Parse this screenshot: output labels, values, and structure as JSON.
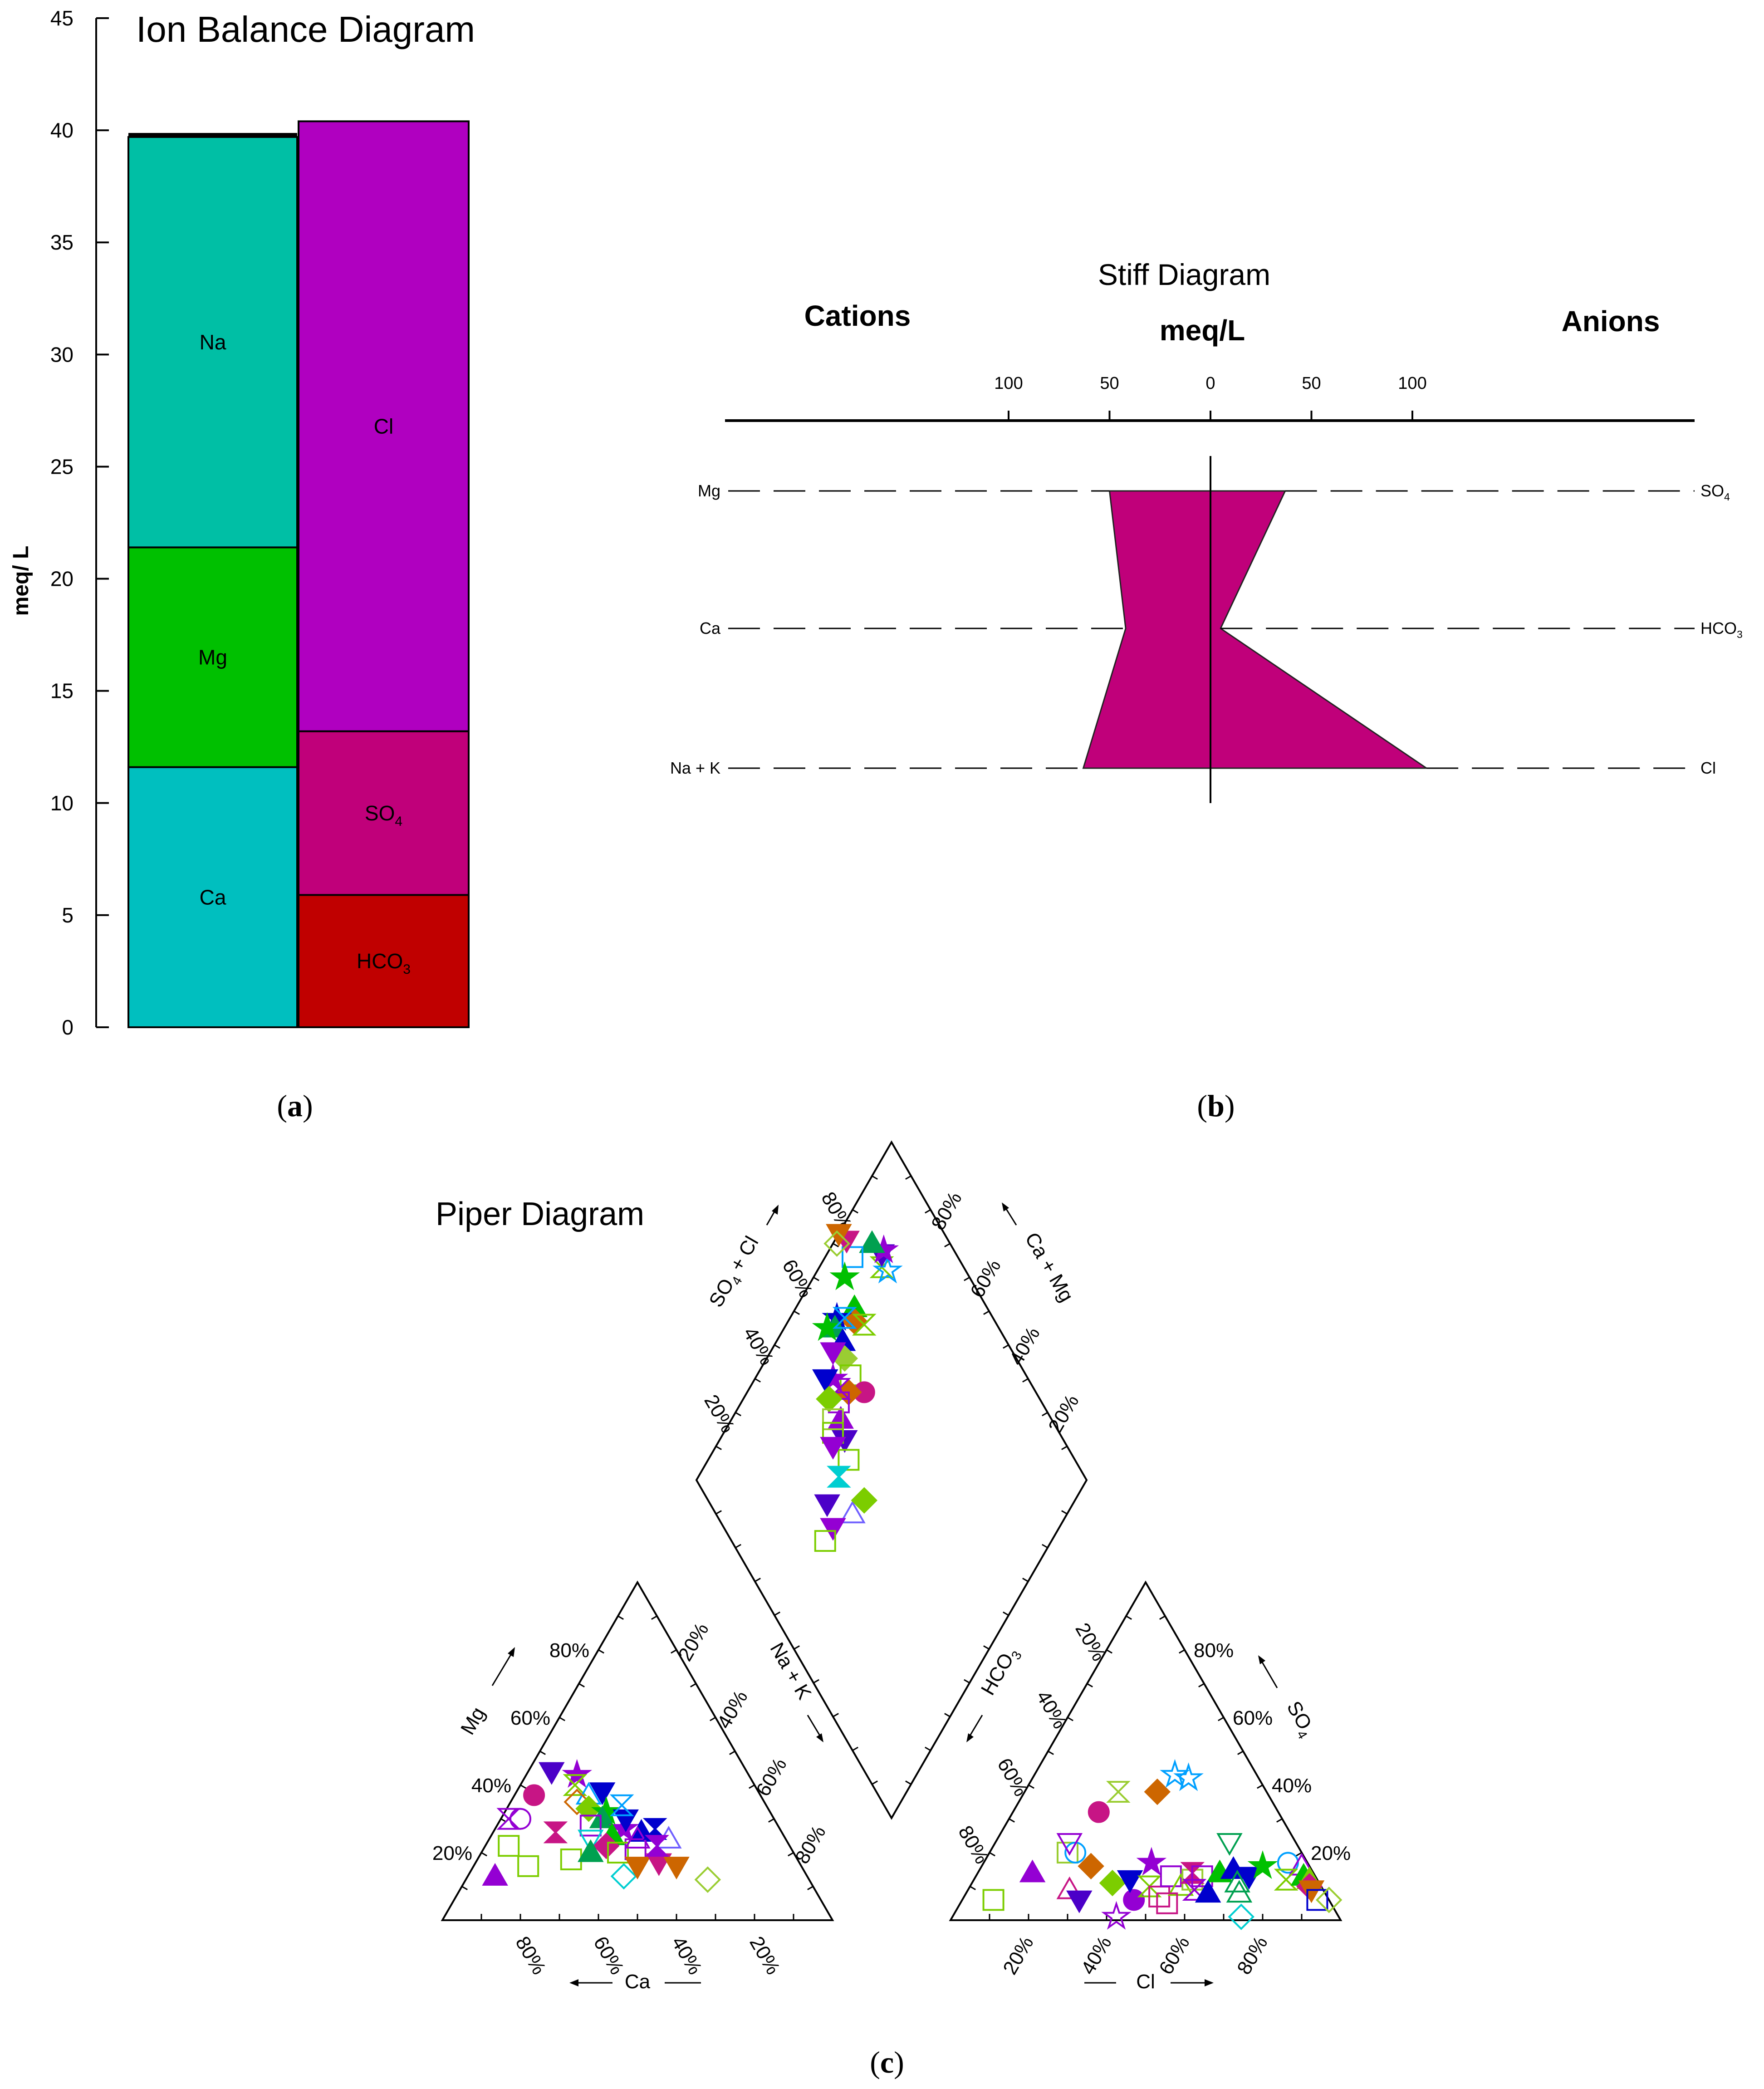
{
  "colors": {
    "na": "#00BFA5",
    "mg": "#00C000",
    "ca": "#00BFBF",
    "cl": "#B000C0",
    "so4": "#C0007A",
    "hco3": "#C00000",
    "stiff": "#C0007A"
  },
  "panel_labels": {
    "a": "(a)",
    "b": "(b)",
    "c": "(c)",
    "a_letter": "a",
    "b_letter": "b",
    "c_letter": "c"
  },
  "chart_data": [
    {
      "type": "bar",
      "title": "Ion Balance Diagram",
      "ylabel": "meq/ L",
      "ylim": [
        0,
        45
      ],
      "yticks": [
        "0",
        "5",
        "10",
        "15",
        "20",
        "25",
        "30",
        "35",
        "40",
        "45"
      ],
      "cations": [
        {
          "name": "Ca",
          "from": 0,
          "to": 11.6
        },
        {
          "name": "Mg",
          "from": 11.6,
          "to": 21.4
        },
        {
          "name": "Na",
          "from": 21.4,
          "to": 39.7
        }
      ],
      "cation_total": 39.8,
      "anions": [
        {
          "name": "HCO",
          "sub": "3",
          "from": 0,
          "to": 5.9
        },
        {
          "name": "SO",
          "sub": "4",
          "from": 5.9,
          "to": 13.2
        },
        {
          "name": "Cl",
          "sub": "",
          "from": 13.2,
          "to": 40.4
        }
      ]
    },
    {
      "type": "area",
      "title": "Stiff Diagram",
      "left_label": "Cations",
      "center_label": "meq/L",
      "right_label": "Anions",
      "xticks": [
        {
          "label": "100",
          "v": -100
        },
        {
          "label": "50",
          "v": -50
        },
        {
          "label": "0",
          "v": 0
        },
        {
          "label": "50",
          "v": 50
        },
        {
          "label": "100",
          "v": 100
        }
      ],
      "rows": [
        {
          "cation": "Mg",
          "anion": "SO",
          "anion_sub": "4",
          "cation_value": 50,
          "anion_value": 37
        },
        {
          "cation": "Ca",
          "anion": "HCO",
          "anion_sub": "3",
          "cation_value": 42,
          "anion_value": 5
        },
        {
          "cation": "Na + K",
          "anion": "Cl",
          "anion_sub": "",
          "cation_value": 63,
          "anion_value": 107
        }
      ]
    },
    {
      "type": "scatter",
      "title": "Piper Diagram",
      "ticks": [
        "20%",
        "40%",
        "60%",
        "80%"
      ],
      "axis_labels": {
        "ca": "Ca",
        "mg": "Mg",
        "cl": "Cl",
        "so4": "SO",
        "so4_sub": "4",
        "na_k": "Na + K",
        "hco3": "HCO",
        "hco3_sub": "3",
        "so4_cl": "SO",
        "so4_cl_sub": "4",
        "so4_cl_rest": "+ Cl",
        "ca_mg": "Ca + Mg"
      },
      "cation_points": [
        {
          "mg": 0.13,
          "ca": 0.8,
          "m": "triangle-up",
          "c": "#9400D3",
          "f": 1
        },
        {
          "mg": 0.22,
          "ca": 0.72,
          "m": "square",
          "c": "#7CCD00",
          "f": 0
        },
        {
          "mg": 0.16,
          "ca": 0.7,
          "m": "square",
          "c": "#7CCD00",
          "f": 0
        },
        {
          "mg": 0.18,
          "ca": 0.58,
          "m": "square",
          "c": "#7CCD00",
          "f": 0
        },
        {
          "mg": 0.13,
          "ca": 0.47,
          "m": "diamond",
          "c": "#00CED1",
          "f": 0
        },
        {
          "mg": 0.37,
          "ca": 0.58,
          "m": "circle",
          "c": "#C71585",
          "f": 1
        },
        {
          "mg": 0.3,
          "ca": 0.68,
          "m": "hourglass",
          "c": "#9400D3",
          "f": 0
        },
        {
          "mg": 0.3,
          "ca": 0.65,
          "m": "circle",
          "c": "#9400D3",
          "f": 0
        },
        {
          "mg": 0.26,
          "ca": 0.58,
          "m": "hourglass",
          "c": "#C71585",
          "f": 1
        },
        {
          "mg": 0.44,
          "ca": 0.5,
          "m": "triangle-down",
          "c": "#4B00C8",
          "f": 1
        },
        {
          "mg": 0.43,
          "ca": 0.44,
          "m": "star",
          "c": "#9400D3",
          "f": 1
        },
        {
          "mg": 0.4,
          "ca": 0.46,
          "m": "hourglass",
          "c": "#7CCD00",
          "f": 0
        },
        {
          "mg": 0.37,
          "ca": 0.44,
          "m": "triangle-up",
          "c": "#00A0FF",
          "f": 0
        },
        {
          "mg": 0.38,
          "ca": 0.4,
          "m": "triangle-down",
          "c": "#0000CD",
          "f": 1
        },
        {
          "mg": 0.35,
          "ca": 0.48,
          "m": "diamond",
          "c": "#CD6600",
          "f": 0
        },
        {
          "mg": 0.33,
          "ca": 0.46,
          "m": "diamond",
          "c": "#7CCD00",
          "f": 1
        },
        {
          "mg": 0.32,
          "ca": 0.42,
          "m": "star",
          "c": "#00C000",
          "f": 1
        },
        {
          "mg": 0.3,
          "ca": 0.44,
          "m": "triangle-up",
          "c": "#00A050",
          "f": 1
        },
        {
          "mg": 0.28,
          "ca": 0.48,
          "m": "square",
          "c": "#9400D3",
          "f": 0
        },
        {
          "mg": 0.27,
          "ca": 0.4,
          "m": "star",
          "c": "#9400D3",
          "f": 1
        },
        {
          "mg": 0.26,
          "ca": 0.36,
          "m": "triangle-up",
          "c": "#0000CD",
          "f": 1
        },
        {
          "mg": 0.25,
          "ca": 0.44,
          "m": "triangle-up",
          "c": "#00C000",
          "f": 1
        },
        {
          "mg": 0.24,
          "ca": 0.5,
          "m": "triangle-down",
          "c": "#00CED1",
          "f": 0
        },
        {
          "mg": 0.22,
          "ca": 0.47,
          "m": "diamond",
          "c": "#C71585",
          "f": 1
        },
        {
          "mg": 0.21,
          "ca": 0.4,
          "m": "square",
          "c": "#9400D3",
          "f": 0
        },
        {
          "mg": 0.2,
          "ca": 0.45,
          "m": "square",
          "c": "#7CCD00",
          "f": 0
        },
        {
          "mg": 0.24,
          "ca": 0.38,
          "m": "triangle-up",
          "c": "#9400D3",
          "f": 0
        },
        {
          "mg": 0.3,
          "ca": 0.38,
          "m": "triangle-down",
          "c": "#0000CD",
          "f": 1
        },
        {
          "mg": 0.34,
          "ca": 0.37,
          "m": "hourglass",
          "c": "#00A0FF",
          "f": 0
        },
        {
          "mg": 0.2,
          "ca": 0.52,
          "m": "triangle-up",
          "c": "#00A050",
          "f": 1
        },
        {
          "mg": 0.16,
          "ca": 0.42,
          "m": "triangle-down",
          "c": "#CD6600",
          "f": 1
        },
        {
          "mg": 0.17,
          "ca": 0.36,
          "m": "triangle-down",
          "c": "#C71585",
          "f": 1
        },
        {
          "mg": 0.24,
          "ca": 0.3,
          "m": "triangle-up",
          "c": "#7060FF",
          "f": 0
        },
        {
          "mg": 0.16,
          "ca": 0.32,
          "m": "triangle-down",
          "c": "#CD6600",
          "f": 1
        },
        {
          "mg": 0.12,
          "ca": 0.26,
          "m": "diamond",
          "c": "#9ACD32",
          "f": 0
        },
        {
          "mg": 0.27,
          "ca": 0.32,
          "m": "hourglass",
          "c": "#0000CD",
          "f": 1
        },
        {
          "mg": 0.22,
          "ca": 0.34,
          "m": "hourglass",
          "c": "#9400D3",
          "f": 1
        }
      ],
      "anion_points": [
        {
          "so4": 0.06,
          "cl": 0.08,
          "m": "square",
          "c": "#7CCD00",
          "f": 0
        },
        {
          "so4": 0.14,
          "cl": 0.14,
          "m": "triangle-up",
          "c": "#9400D3",
          "f": 1
        },
        {
          "so4": 0.09,
          "cl": 0.26,
          "m": "triangle-up",
          "c": "#C71585",
          "f": 0
        },
        {
          "so4": 0.06,
          "cl": 0.3,
          "m": "triangle-down",
          "c": "#4B00C8",
          "f": 1
        },
        {
          "so4": 0.2,
          "cl": 0.2,
          "m": "square",
          "c": "#9ACD32",
          "f": 0
        },
        {
          "so4": 0.2,
          "cl": 0.22,
          "m": "circle",
          "c": "#00A0FF",
          "f": 0
        },
        {
          "so4": 0.23,
          "cl": 0.19,
          "m": "triangle-down",
          "c": "#9400D3",
          "f": 0
        },
        {
          "so4": 0.16,
          "cl": 0.28,
          "m": "diamond",
          "c": "#CD6600",
          "f": 1
        },
        {
          "so4": 0.32,
          "cl": 0.22,
          "m": "circle",
          "c": "#C71585",
          "f": 1
        },
        {
          "so4": 0.38,
          "cl": 0.24,
          "m": "hourglass",
          "c": "#9ACD32",
          "f": 0
        },
        {
          "so4": 0.38,
          "cl": 0.34,
          "m": "diamond",
          "c": "#CD6600",
          "f": 1
        },
        {
          "so4": 0.01,
          "cl": 0.42,
          "m": "star",
          "c": "#9400D3",
          "f": 0
        },
        {
          "so4": 0.06,
          "cl": 0.44,
          "m": "circle",
          "c": "#9400D3",
          "f": 1
        },
        {
          "so4": 0.11,
          "cl": 0.36,
          "m": "diamond",
          "c": "#7CCD00",
          "f": 1
        },
        {
          "so4": 0.12,
          "cl": 0.4,
          "m": "triangle-down",
          "c": "#0000CD",
          "f": 1
        },
        {
          "so4": 0.1,
          "cl": 0.46,
          "m": "hourglass",
          "c": "#7CCD00",
          "f": 0
        },
        {
          "so4": 0.07,
          "cl": 0.5,
          "m": "square",
          "c": "#C71585",
          "f": 0
        },
        {
          "so4": 0.17,
          "cl": 0.43,
          "m": "star",
          "c": "#9400D3",
          "f": 1
        },
        {
          "so4": 0.13,
          "cl": 0.5,
          "m": "square",
          "c": "#9400D3",
          "f": 0
        },
        {
          "so4": 0.1,
          "cl": 0.54,
          "m": "triangle-up",
          "c": "#7CCD00",
          "f": 0
        },
        {
          "so4": 0.12,
          "cl": 0.56,
          "m": "square",
          "c": "#9ACD32",
          "f": 0
        },
        {
          "so4": 0.14,
          "cl": 0.55,
          "m": "hourglass",
          "c": "#C71585",
          "f": 1
        },
        {
          "so4": 0.13,
          "cl": 0.58,
          "m": "square",
          "c": "#9400D3",
          "f": 0
        },
        {
          "so4": 0.14,
          "cl": 0.62,
          "m": "triangle-up",
          "c": "#00C000",
          "f": 1
        },
        {
          "so4": 0.15,
          "cl": 0.65,
          "m": "triangle-up",
          "c": "#0000CD",
          "f": 1
        },
        {
          "so4": 0.11,
          "cl": 0.68,
          "m": "triangle-up",
          "c": "#00A050",
          "f": 0
        },
        {
          "so4": 0.13,
          "cl": 0.7,
          "m": "triangle-down",
          "c": "#0000CD",
          "f": 1
        },
        {
          "so4": 0.16,
          "cl": 0.72,
          "m": "star",
          "c": "#00C000",
          "f": 1
        },
        {
          "so4": 0.23,
          "cl": 0.6,
          "m": "triangle-down",
          "c": "#00A050",
          "f": 0
        },
        {
          "so4": 0.17,
          "cl": 0.78,
          "m": "circle",
          "c": "#00A0FF",
          "f": 0
        },
        {
          "so4": 0.16,
          "cl": 0.82,
          "m": "triangle-up",
          "c": "#9400D3",
          "f": 0
        },
        {
          "so4": 0.12,
          "cl": 0.8,
          "m": "hourglass",
          "c": "#7CCD00",
          "f": 0
        },
        {
          "so4": 0.13,
          "cl": 0.84,
          "m": "triangle-up",
          "c": "#00C000",
          "f": 1
        },
        {
          "so4": 0.12,
          "cl": 0.86,
          "m": "triangle-up",
          "c": "#7CCD00",
          "f": 1
        },
        {
          "so4": 0.1,
          "cl": 0.87,
          "m": "diamond",
          "c": "#C71585",
          "f": 1
        },
        {
          "so4": 0.09,
          "cl": 0.88,
          "m": "triangle-down",
          "c": "#CD6600",
          "f": 1
        },
        {
          "so4": 0.06,
          "cl": 0.91,
          "m": "square",
          "c": "#0000CD",
          "f": 0
        },
        {
          "so4": 0.06,
          "cl": 0.94,
          "m": "diamond",
          "c": "#9ACD32",
          "f": 0
        },
        {
          "so4": 0.43,
          "cl": 0.36,
          "m": "star",
          "c": "#00A0FF",
          "f": 0
        },
        {
          "so4": 0.42,
          "cl": 0.4,
          "m": "star",
          "c": "#00A0FF",
          "f": 0
        },
        {
          "so4": 0.01,
          "cl": 0.74,
          "m": "diamond",
          "c": "#00CED1",
          "f": 0
        },
        {
          "so4": 0.08,
          "cl": 0.7,
          "m": "triangle-up",
          "c": "#00A050",
          "f": 0
        },
        {
          "so4": 0.09,
          "cl": 0.58,
          "m": "hourglass",
          "c": "#9400D3",
          "f": 0
        },
        {
          "so4": 0.08,
          "cl": 0.62,
          "m": "triangle-up",
          "c": "#0000CD",
          "f": 1
        },
        {
          "so4": 0.05,
          "cl": 0.53,
          "m": "square",
          "c": "#C71585",
          "f": 0
        }
      ],
      "diamond_points": [
        {
          "so4cl": 0.79,
          "camg": 0.84,
          "m": "hourglass",
          "c": "#7CCD00",
          "f": 0
        },
        {
          "so4cl": 0.8,
          "camg": 0.82,
          "m": "star",
          "c": "#00A0FF",
          "f": 0
        },
        {
          "so4cl": 0.81,
          "camg": 0.86,
          "m": "triangle-down",
          "c": "#4B00C8",
          "f": 1
        },
        {
          "so4cl": 0.82,
          "camg": 0.86,
          "m": "star",
          "c": "#9400D3",
          "f": 1
        },
        {
          "so4cl": 0.8,
          "camg": 0.9,
          "m": "triangle-up",
          "c": "#00A050",
          "f": 1
        },
        {
          "so4cl": 0.73,
          "camg": 0.93,
          "m": "square",
          "c": "#00A0FF",
          "f": 0
        },
        {
          "so4cl": 0.68,
          "camg": 0.92,
          "m": "star",
          "c": "#00C000",
          "f": 1
        },
        {
          "so4cl": 0.74,
          "camg": 0.97,
          "m": "triangle-down",
          "c": "#C71585",
          "f": 1
        },
        {
          "so4cl": 0.73,
          "camg": 1.0,
          "m": "triangle-down",
          "c": "#CD6600",
          "f": 1
        },
        {
          "so4cl": 0.71,
          "camg": 0.99,
          "m": "diamond",
          "c": "#9ACD32",
          "f": 0
        },
        {
          "so4cl": 0.66,
          "camg": 0.85,
          "m": "triangle-up",
          "c": "#00C000",
          "f": 1
        },
        {
          "so4cl": 0.64,
          "camg": 0.83,
          "m": "diamond",
          "c": "#CD6600",
          "f": 1
        },
        {
          "so4cl": 0.66,
          "camg": 0.8,
          "m": "hourglass",
          "c": "#7CCD00",
          "f": 0
        },
        {
          "so4cl": 0.6,
          "camg": 0.88,
          "m": "star",
          "c": "#0000CD",
          "f": 1
        },
        {
          "so4cl": 0.58,
          "camg": 0.87,
          "m": "triangle-up",
          "c": "#00A050",
          "f": 1
        },
        {
          "so4cl": 0.58,
          "camg": 0.83,
          "m": "triangle-up",
          "c": "#0000CD",
          "f": 1
        },
        {
          "so4cl": 0.56,
          "camg": 0.8,
          "m": "diamond",
          "c": "#9ACD32",
          "f": 1
        },
        {
          "so4cl": 0.55,
          "camg": 0.76,
          "m": "square",
          "c": "#7CCD00",
          "f": 0
        },
        {
          "so4cl": 0.54,
          "camg": 0.84,
          "m": "triangle-down",
          "c": "#9400D3",
          "f": 1
        },
        {
          "so4cl": 0.56,
          "camg": 0.7,
          "m": "circle",
          "c": "#C71585",
          "f": 1
        },
        {
          "so4cl": 0.52,
          "camg": 0.74,
          "m": "diamond",
          "c": "#CD6600",
          "f": 1
        },
        {
          "so4cl": 0.5,
          "camg": 0.77,
          "m": "hourglass",
          "c": "#9400D3",
          "f": 0
        },
        {
          "so4cl": 0.5,
          "camg": 0.8,
          "m": "star",
          "c": "#9400D3",
          "f": 1
        },
        {
          "so4cl": 0.48,
          "camg": 0.82,
          "m": "triangle-down",
          "c": "#0000CD",
          "f": 1
        },
        {
          "so4cl": 0.48,
          "camg": 0.75,
          "m": "square",
          "c": "#9400D3",
          "f": 0
        },
        {
          "so4cl": 0.46,
          "camg": 0.72,
          "m": "triangle-up",
          "c": "#9400D3",
          "f": 1
        },
        {
          "so4cl": 0.46,
          "camg": 0.78,
          "m": "diamond",
          "c": "#7CCD00",
          "f": 1
        },
        {
          "so4cl": 0.44,
          "camg": 0.74,
          "m": "square",
          "c": "#9ACD32",
          "f": 0
        },
        {
          "so4cl": 0.44,
          "camg": 0.68,
          "m": "triangle-down",
          "c": "#4B00C8",
          "f": 1
        },
        {
          "so4cl": 0.42,
          "camg": 0.72,
          "m": "square",
          "c": "#7CCD00",
          "f": 0
        },
        {
          "so4cl": 0.42,
          "camg": 0.64,
          "m": "square",
          "c": "#7CCD00",
          "f": 0
        },
        {
          "so4cl": 0.4,
          "camg": 0.7,
          "m": "triangle-down",
          "c": "#9400D3",
          "f": 1
        },
        {
          "so4cl": 0.37,
          "camg": 0.64,
          "m": "hourglass",
          "c": "#00CED1",
          "f": 1
        },
        {
          "so4cl": 0.56,
          "camg": 0.89,
          "m": "star",
          "c": "#00C000",
          "f": 1
        },
        {
          "so4cl": 0.62,
          "camg": 0.86,
          "m": "hourglass",
          "c": "#00A0FF",
          "f": 0
        },
        {
          "so4cl": 0.35,
          "camg": 0.55,
          "m": "triangle-up",
          "c": "#7060FF",
          "f": 0
        },
        {
          "so4cl": 0.4,
          "camg": 0.54,
          "m": "diamond",
          "c": "#7CCD00",
          "f": 1
        },
        {
          "so4cl": 0.3,
          "camg": 0.63,
          "m": "triangle-down",
          "c": "#4B00C8",
          "f": 1
        },
        {
          "so4cl": 0.28,
          "camg": 0.58,
          "m": "triangle-down",
          "c": "#9400D3",
          "f": 1
        },
        {
          "so4cl": 0.24,
          "camg": 0.58,
          "m": "square",
          "c": "#7CCD00",
          "f": 0
        }
      ]
    }
  ]
}
